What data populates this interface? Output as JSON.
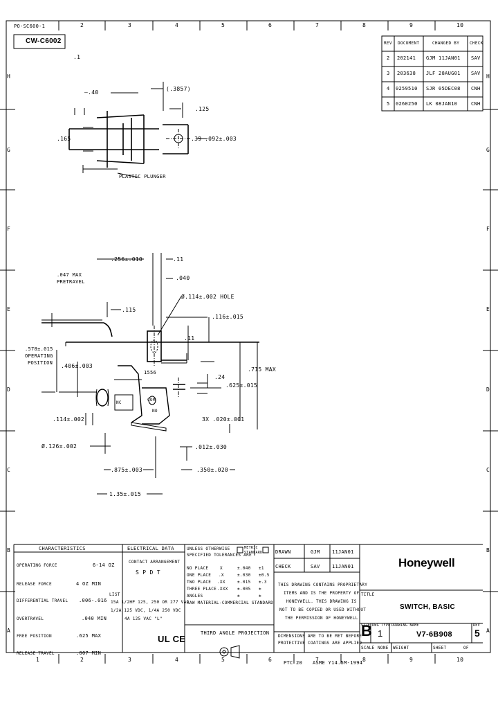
{
  "doc": {
    "corner_ref": "PO-SC600-1",
    "cw_number": "CW-C6002",
    "top_number": ".1",
    "col_numbers": [
      "1",
      "2",
      "3",
      "4",
      "5",
      "6",
      "7",
      "8",
      "9",
      "10"
    ],
    "row_letters": [
      "H",
      "G",
      "F",
      "E",
      "D",
      "C",
      "B",
      "A"
    ]
  },
  "revisions": {
    "headers": [
      "REV",
      "DOCUMENT",
      "CHANGED BY",
      "CHECK"
    ],
    "rows": [
      {
        "rev": "2",
        "doc": "202141",
        "by": "GJM 11JAN01",
        "check": "SAV"
      },
      {
        "rev": "3",
        "doc": "203638",
        "by": "JLF 28AUG01",
        "check": "SAV"
      },
      {
        "rev": "4",
        "doc": "0259510",
        "by": "SJR 05DEC08",
        "check": "CNH"
      },
      {
        "rev": "5",
        "doc": "0260250",
        "by": "LK 08JAN10",
        "check": "CNH"
      }
    ]
  },
  "dims": {
    "d40": "—.40",
    "d3857": "(.3857)",
    "d125": ".125",
    "d165": ".165",
    "d39": ".39",
    "d092": ".092±.003",
    "plunger": "PLASTIC PLUNGER",
    "d256": ".256±.010",
    "d11a": ".11",
    "d040": ".040",
    "d047a": ".047 MAX",
    "d047b": "PRETRAVEL",
    "d115": ".115",
    "hole": "Ø.114±.002 HOLE",
    "d116": ".116±.015",
    "d11b": ".11",
    "d578a": ".578±.015",
    "d578b": "OPERATING",
    "d578c": "POSITION",
    "d406": ".406±.003",
    "d715": ".715 MAX",
    "d625": ".625±.015",
    "d24": ".24",
    "d1556": "1556",
    "d3x": "3X .020±.001",
    "d114": ".114±.002",
    "d126": "Ø.126±.002",
    "d012": ".012±.030",
    "d875": ".875±.003",
    "d350": ".350±.020",
    "d135": "1.35±.015",
    "com": "COM",
    "nc": "NC",
    "no": "NO"
  },
  "characteristics": {
    "header": "CHARACTERISTICS",
    "rows": [
      {
        "label": "OPERATING FORCE",
        "value": "6-14 OZ"
      },
      {
        "label": "RELEASE FORCE",
        "value": "4 OZ MIN"
      },
      {
        "label": "DIFFERENTIAL TRAVEL",
        "value": ".006-.016"
      },
      {
        "label": "OVERTRAVEL",
        "value": ".040 MIN"
      },
      {
        "label": "FREE POSITION",
        "value": ".625 MAX"
      },
      {
        "label": "RELEASE TRAVEL",
        "value": ".007 MIN"
      }
    ]
  },
  "electrical": {
    "header": "ELECTRICAL DATA",
    "contact_label": "CONTACT ARRANGEMENT",
    "contact_value": "S P D T",
    "listing": "LIST",
    "l1": "15A 1/2HP 125, 250 OR 277 VAC",
    "l2": "1/2A 125 VDC, 1/4A 250 VDC",
    "l3": "4A 125 VAC \"L\"",
    "ul_mark": "UL CE"
  },
  "tolerances": {
    "h1": "UNLESS OTHERWISE",
    "h2": "SPECIFIED TOLERANCES ARE",
    "metric": "METRIC",
    "std": "STANDARD",
    "rows": [
      {
        "label": "NO PLACE",
        "inch": "X",
        "a": "±.040",
        "b": "±1"
      },
      {
        "label": "ONE PLACE",
        "inch": ".X",
        "a": "±.030",
        "b": "±0.5"
      },
      {
        "label": "TWO PLACE",
        "inch": ".XX",
        "a": "±.015",
        "b": "±.3"
      },
      {
        "label": "THREE PLACE",
        "inch": ".XXX",
        "a": "±.005",
        "b": "±"
      },
      {
        "label": "ANGLES",
        "inch": "",
        "a": "±",
        "b": "±"
      }
    ],
    "raw": "RAW MATERIAL-COMMERCIAL STANDARD",
    "projection": "THIRD ANGLE PROJECTION"
  },
  "approvals": {
    "drawn_label": "DRAWN",
    "drawn_by": "GJM",
    "drawn_date": "11JAN01",
    "check_label": "CHECK",
    "check_by": "SAV",
    "check_date": "11JAN01"
  },
  "notice": [
    "THIS DRAWING CONTAINS PROPRIETARY",
    "ITEMS AND IS THE PROPERTY OF",
    "HONEYWELL. THIS DRAWING IS",
    "NOT TO BE COPIED OR USED WITHOUT",
    "THE PERMISSION OF HONEYWELL"
  ],
  "dimnote": [
    "DIMENSIONS ARE TO BE MET BEFORE",
    "PROTECTIVE COATINGS ARE APPLIED"
  ],
  "ptc": "PTC 20",
  "asme": "ASME Y14.5M-1994",
  "title_block": {
    "brand": "Honeywell",
    "title_label": "TITLE",
    "title": "SWITCH, BASIC",
    "size_label": "SIZE",
    "size": "B",
    "dwg_type_label": "DWG TYPE",
    "dwg_type": "1",
    "dwg_name_label": "DRAWING NAME",
    "dwg_name": "V7-6B908",
    "rev_label": "REV",
    "rev": "5",
    "scale_label": "SCALE",
    "scale": "NONE",
    "weight_label": "WEIGHT",
    "sheet_label": "SHEET",
    "of_label": "OF"
  }
}
